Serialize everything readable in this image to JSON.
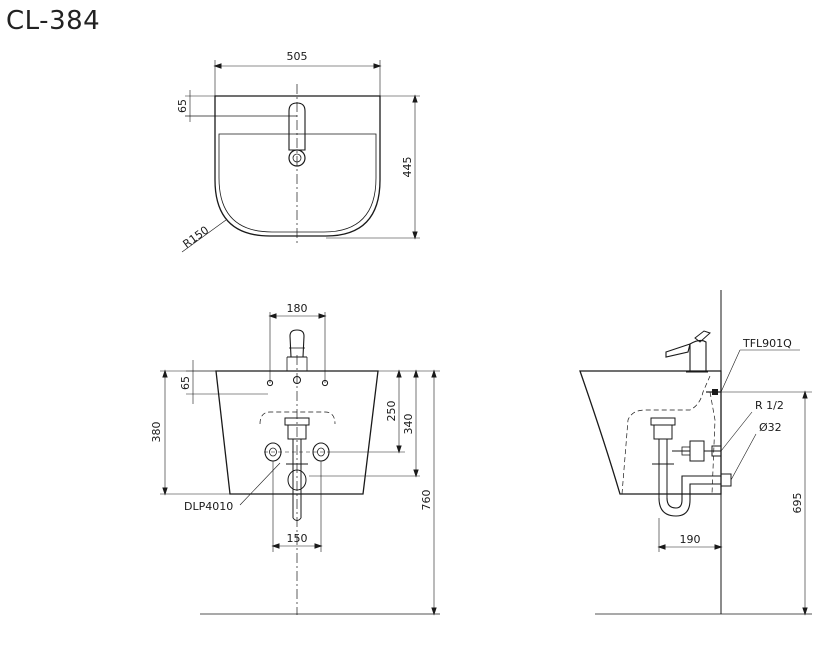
{
  "title": "CL-384",
  "top_view": {
    "width": "505",
    "depth": "445",
    "tap_offset": "65",
    "radius": "R150"
  },
  "front_view": {
    "tap_holes_spacing": "180",
    "tap_offset": "65",
    "height": "380",
    "drain_offset": "250",
    "outlet_height": "340",
    "total_height": "760",
    "bottom_spacing": "150",
    "drain_label": "DLP4010"
  },
  "side_view": {
    "faucet_label": "TFL901Q",
    "inlet_label": "R 1/2",
    "outlet_label": "Ø32",
    "height": "695",
    "depth": "190"
  }
}
